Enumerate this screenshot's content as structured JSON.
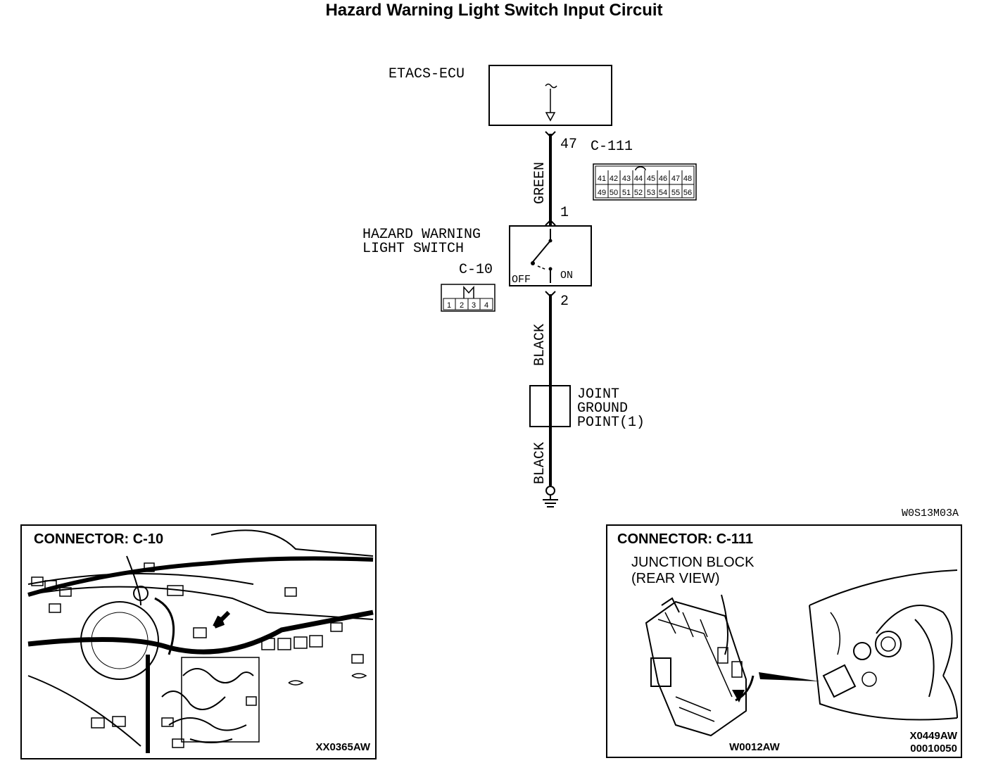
{
  "title": "Hazard Warning Light Switch Input Circuit",
  "schematic": {
    "ecu_label": "ETACS-ECU",
    "ecu_pin": "47",
    "ecu_connector": "C-111",
    "wire_top_color": "GREEN",
    "switch_pin_top": "1",
    "switch_label_line1": "HAZARD WARNING",
    "switch_label_line2": "LIGHT SWITCH",
    "switch_connector": "C-10",
    "switch_off": "OFF",
    "switch_on": "ON",
    "switch_pin_bottom": "2",
    "wire_mid_color": "BLACK",
    "ground_label_line1": "JOINT",
    "ground_label_line2": "GROUND",
    "ground_label_line3": "POINT(1)",
    "wire_bottom_color": "BLACK",
    "drawing_code": "W0S13M03A"
  },
  "c111_face": {
    "row1": [
      "41",
      "42",
      "43",
      "44",
      "45",
      "46",
      "47",
      "48"
    ],
    "row2": [
      "49",
      "50",
      "51",
      "52",
      "53",
      "54",
      "55",
      "56"
    ]
  },
  "c10_face": {
    "pins": [
      "1",
      "2",
      "3",
      "4"
    ]
  },
  "panel_c10": {
    "header": "CONNECTOR: C-10",
    "code": "XX0365AW"
  },
  "panel_c111": {
    "header": "CONNECTOR: C-111",
    "subtitle_line1": "JUNCTION BLOCK",
    "subtitle_line2": "(REAR VIEW)",
    "code_left": "W0012AW",
    "code_right_line1": "X0449AW",
    "code_right_line2": "00010050"
  }
}
